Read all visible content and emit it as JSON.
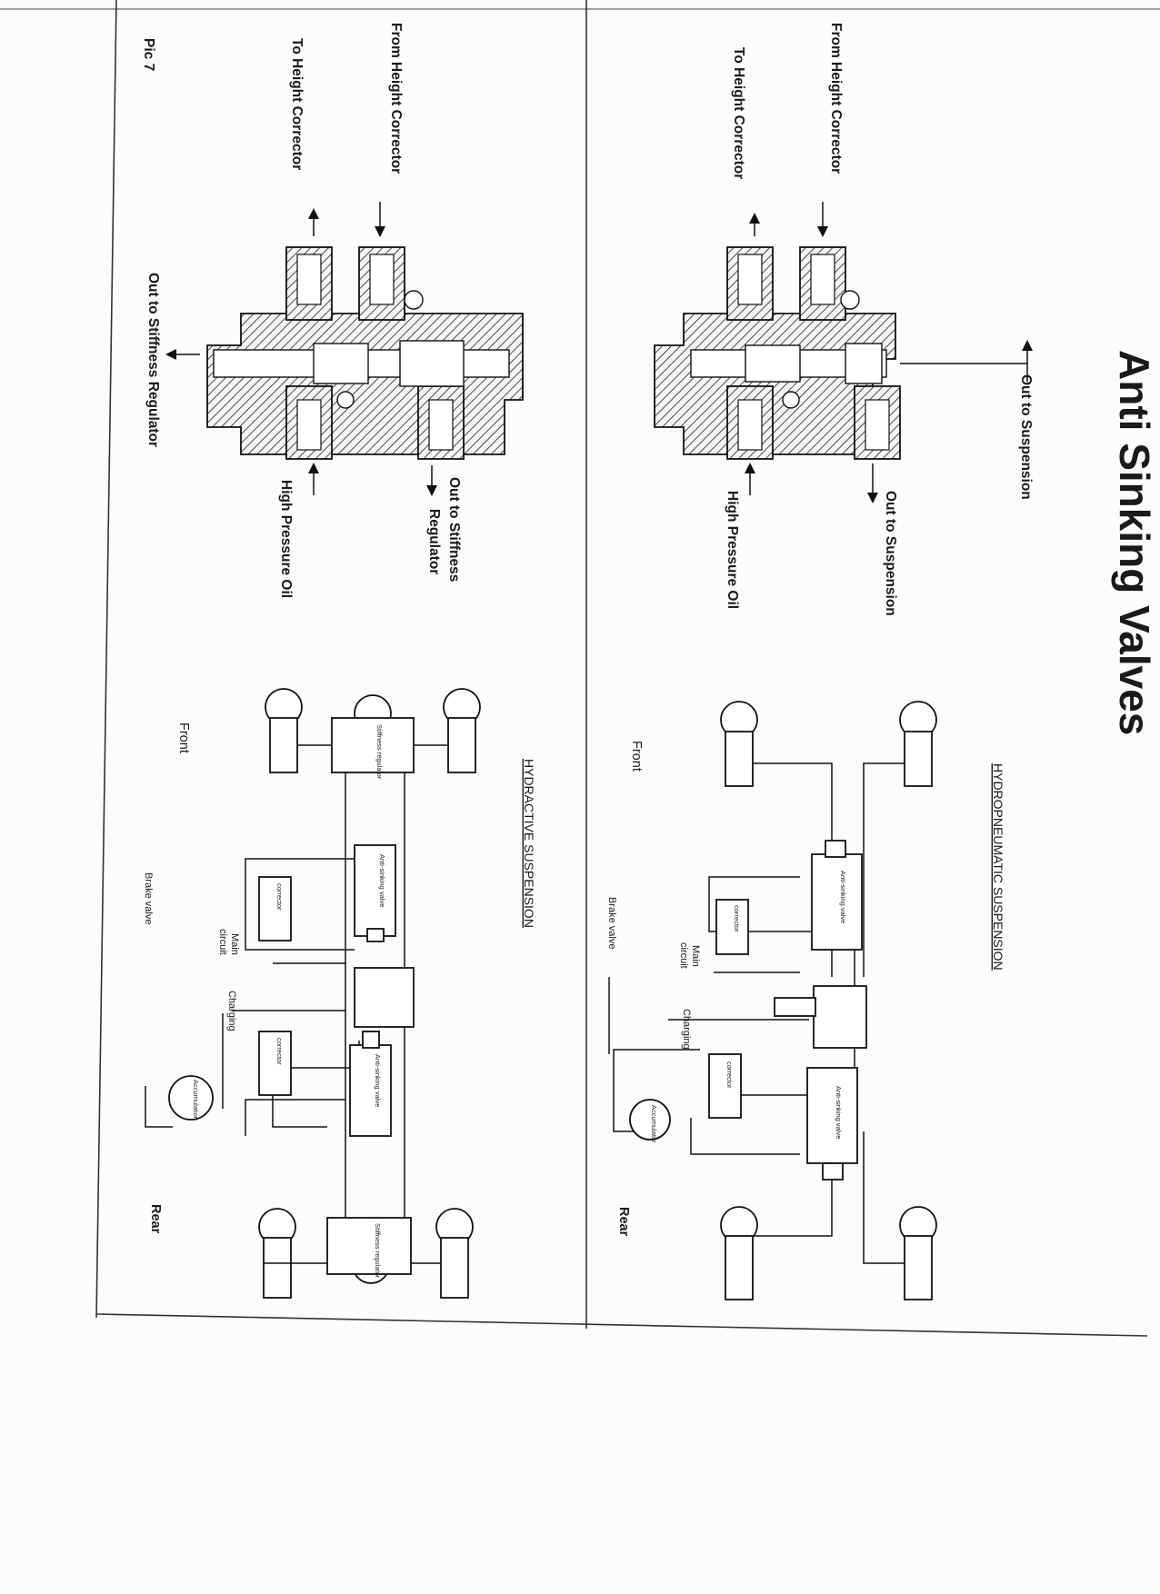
{
  "title": "Anti Sinking Valves",
  "pic_label": "Pic 7",
  "top_valve": {
    "from_height_corrector": "From Height Corrector",
    "to_height_corrector": "To Height Corrector",
    "out_to_suspension_top": "Out to Suspension",
    "out_to_suspension_side": "Out to Suspension",
    "high_pressure_oil": "High Pressure Oil"
  },
  "bottom_valve": {
    "from_height_corrector": "From Height Corrector",
    "to_height_corrector": "To Height Corrector",
    "out_to_stiffness_regulator_bottom": "Out to Stiffness Regulator",
    "out_to_stiffness_line1": "Out to Stiffness",
    "out_to_stiffness_line2": "Regulator",
    "high_pressure_oil": "High Pressure Oil"
  },
  "hydropneumatic": {
    "heading": "HYDROPNEUMATIC SUSPENSION",
    "front": "Front",
    "rear": "Rear",
    "anti_sinking_1": "Anti-sinking valve",
    "anti_sinking_2": "Anti-sinking valve",
    "corrector_1": "corrector",
    "corrector_2": "corrector",
    "accumulator": "Accumulator",
    "main_circuit_1": "Main",
    "main_circuit_2": "circuit",
    "charging": "Charging",
    "brake_valve": "Brake valve"
  },
  "hydractive": {
    "heading": "HYDRACTIVE SUSPENSION",
    "front": "Front",
    "rear": "Rear",
    "stiffness_reg_1": "Stiffness regulator",
    "stiffness_reg_2": "Stiffness regulator",
    "anti_sinking_1": "Anti-sinking valve",
    "anti_sinking_2": "Anti-sinking valve",
    "corrector_1": "corrector",
    "corrector_2": "corrector",
    "accumulator": "Accumulation",
    "main_circuit_1": "Main",
    "main_circuit_2": "circuit",
    "charging": "Charging",
    "brake_valve": "Brake valve"
  }
}
